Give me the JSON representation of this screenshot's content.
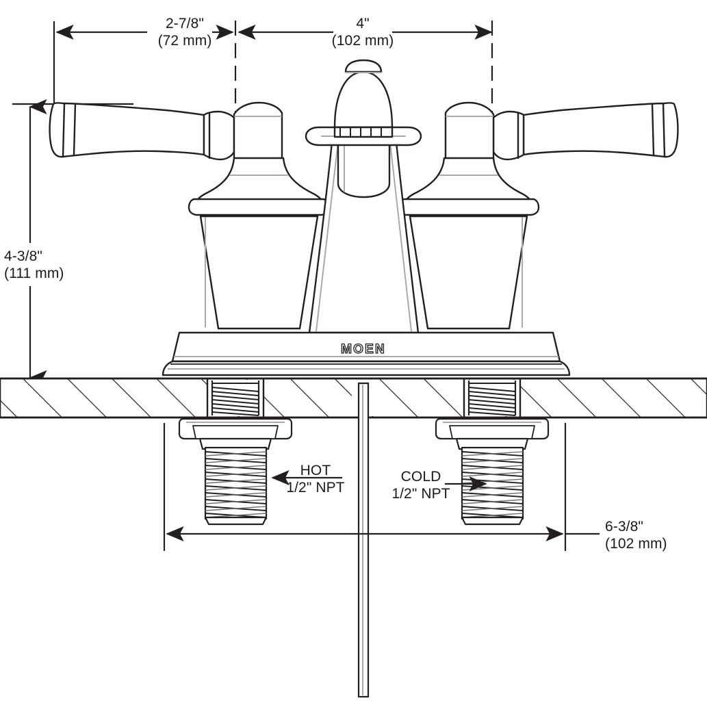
{
  "drawing": {
    "title": "MOEN centerset lavatory faucet dimensional drawing",
    "brand_mark": "MOEN",
    "line_color": "#231f20",
    "background_color": "#ffffff",
    "hatch_color": "#231f20",
    "shade_color": "#a7a9ac"
  },
  "dimensions": {
    "handle_to_center": {
      "imperial": "2-7/8\"",
      "metric": "(72 mm)"
    },
    "center_to_center": {
      "imperial": "4\"",
      "metric": "(102 mm)"
    },
    "height": {
      "imperial": "4-3/8\"",
      "metric": "(111 mm)"
    },
    "shank_spread": {
      "imperial": "6-3/8\"",
      "metric": "(102 mm)"
    }
  },
  "callouts": {
    "hot": {
      "line1": "HOT",
      "line2": "1/2\" NPT"
    },
    "cold": {
      "line1": "COLD",
      "line2": "1/2\" NPT"
    }
  }
}
